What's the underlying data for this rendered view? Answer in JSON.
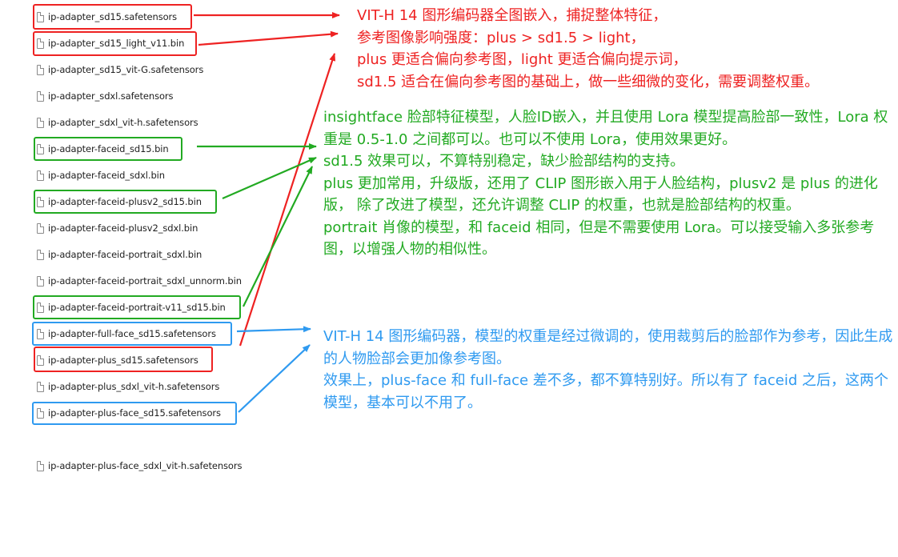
{
  "files": [
    {
      "name": "ip-adapter_sd15.safetensors",
      "highlight": "red"
    },
    {
      "name": "ip-adapter_sd15_light_v11.bin",
      "highlight": "red"
    },
    {
      "name": "ip-adapter_sd15_vit-G.safetensors",
      "highlight": null
    },
    {
      "name": "ip-adapter_sdxl.safetensors",
      "highlight": null
    },
    {
      "name": "ip-adapter_sdxl_vit-h.safetensors",
      "highlight": null
    },
    {
      "name": "ip-adapter-faceid_sd15.bin",
      "highlight": "green"
    },
    {
      "name": "ip-adapter-faceid_sdxl.bin",
      "highlight": null
    },
    {
      "name": "ip-adapter-faceid-plusv2_sd15.bin",
      "highlight": "green"
    },
    {
      "name": "ip-adapter-faceid-plusv2_sdxl.bin",
      "highlight": null
    },
    {
      "name": "ip-adapter-faceid-portrait_sdxl.bin",
      "highlight": null
    },
    {
      "name": "ip-adapter-faceid-portrait_sdxl_unnorm.bin",
      "highlight": null
    },
    {
      "name": "ip-adapter-faceid-portrait-v11_sd15.bin",
      "highlight": "green"
    },
    {
      "name": "ip-adapter-full-face_sd15.safetensors",
      "highlight": "blue"
    },
    {
      "name": "ip-adapter-plus_sd15.safetensors",
      "highlight": "red"
    },
    {
      "name": "ip-adapter-plus_sdxl_vit-h.safetensors",
      "highlight": null
    },
    {
      "name": "ip-adapter-plus-face_sd15.safetensors",
      "highlight": "blue"
    },
    {
      "name": "ip-adapter-plus-face_sdxl_vit-h.safetensors",
      "highlight": null
    }
  ],
  "notes": {
    "red": {
      "color": "#ee2222",
      "lines": [
        "VIT-H 14 图形编码器全图嵌入，捕捉整体特征，",
        "参考图像影响强度：plus > sd1.5 > light，",
        "plus 更适合偏向参考图，light 更适合偏向提示词，",
        "sd1.5 适合在偏向参考图的基础上，做一些细微的变化，需要调整权重。"
      ]
    },
    "green": {
      "color": "#22aa22",
      "lines": [
        "insightface 脸部特征模型，人脸ID嵌入，并且使用 Lora 模型提高脸部一致性，Lora 权重是 0.5-1.0 之间都可以。也可以不使用 Lora，使用效果更好。",
        "sd1.5 效果可以，不算特别稳定，缺少脸部结构的支持。",
        "plus 更加常用，升级版，还用了 CLIP 图形嵌入用于人脸结构，plusv2 是 plus 的进化版，  除了改进了模型，还允许调整 CLIP 的权重，也就是脸部结构的权重。",
        "portrait 肖像的模型，和 faceid 相同，但是不需要使用 Lora。可以接受输入多张参考图，以增强人物的相似性。"
      ]
    },
    "blue": {
      "color": "#2f9af0",
      "lines": [
        "VIT-H 14 图形编码器，模型的权重是经过微调的，使用裁剪后的脸部作为参考，因此生成的人物脸部会更加像参考图。",
        "效果上，plus-face 和 full-face 差不多，都不算特别好。所以有了 faceid 之后，这两个模型，基本可以不用了。"
      ]
    }
  }
}
